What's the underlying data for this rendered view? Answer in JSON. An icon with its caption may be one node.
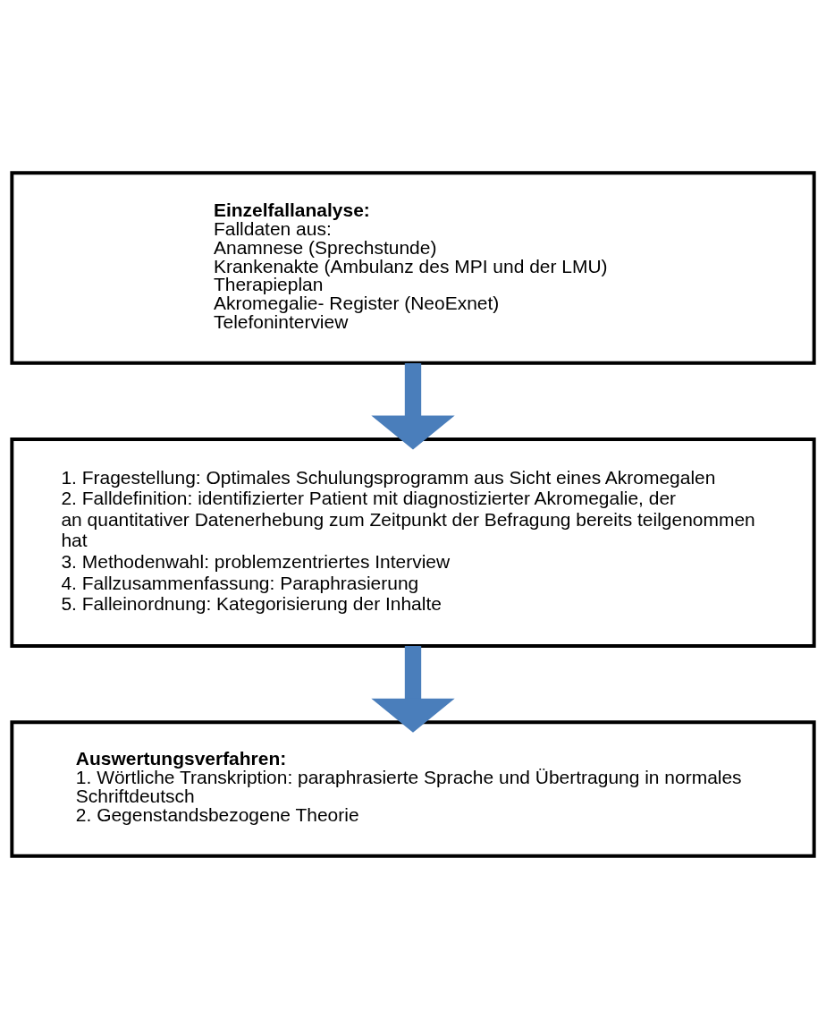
{
  "diagram": {
    "nodes": [
      {
        "text": [
          "Einzelfallanalyse:",
          "Falldaten aus:",
          "Anamnese (Sprechstunde)",
          "Krankenakte (Ambulanz des MPI und der LMU)",
          "Therapieplan",
          "Akromegalie- Register (NeoExnet)",
          "Telefoninterview"
        ]
      },
      {
        "text": [
          "1. Fragestellung: Optimales Schulungsprogramm aus Sicht eines Akromegalen",
          "2. Falldefinition: identifizierter Patient mit diagnostizierter Akromegalie, der an quantitativer Datenerhebung zum Zeitpunkt der Befragung bereits teilgenommen hat",
          "3. Methodenwahl: problemzentriertes Interview",
          "4. Fallzusammenfassung: Paraphrasierung",
          "5. Falleinordnung: Kategorisierung der Inhalte"
        ]
      },
      {
        "text": [
          "Auswertungsverfahren:",
          "1. Wörtliche Transkription: paraphrasierte Sprache und Übertragung in normales Schriftdeutsch",
          "2. Gegenstandsbezogene Theorie"
        ]
      }
    ],
    "edges": [
      {
        "from": 0,
        "to": 1,
        "arrow": "to"
      },
      {
        "from": 1,
        "to": 2,
        "arrow": "to"
      }
    ]
  }
}
